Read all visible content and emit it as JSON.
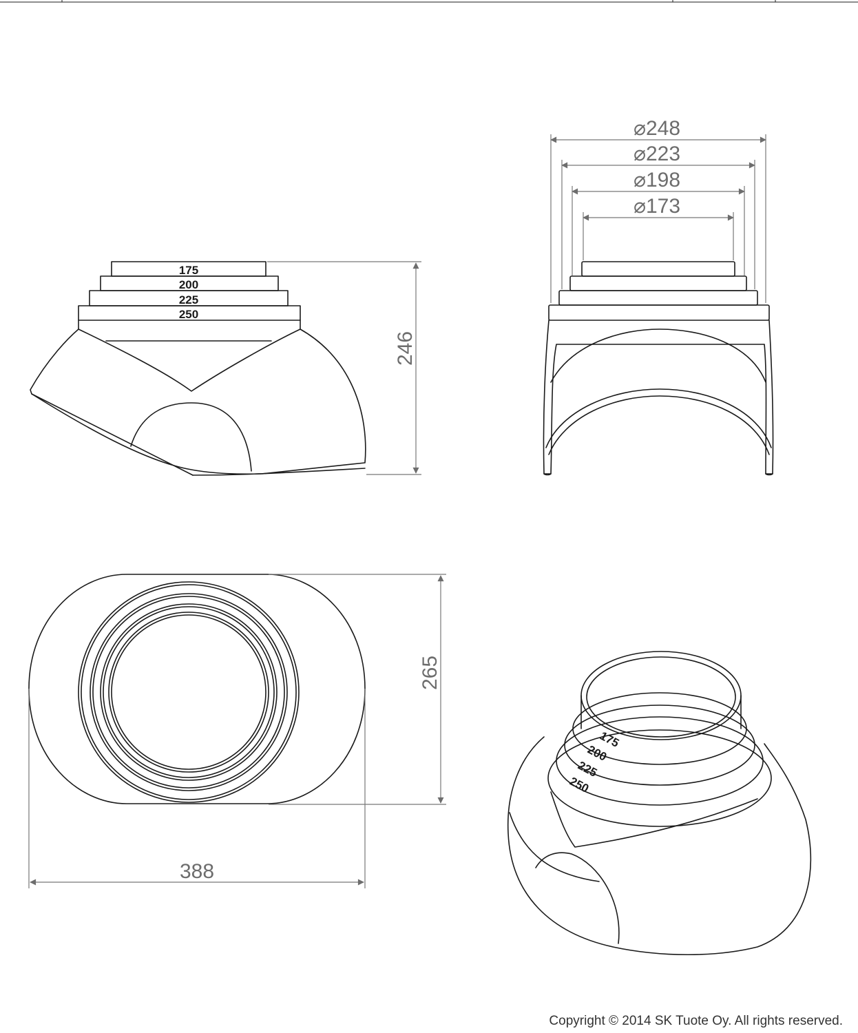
{
  "views": {
    "side": {
      "step_labels": [
        "175",
        "200",
        "225",
        "250"
      ],
      "height_dim": "246"
    },
    "front": {
      "diameters": [
        "⌀248",
        "⌀223",
        "⌀198",
        "⌀173"
      ]
    },
    "top": {
      "width_dim": "388",
      "depth_dim": "265"
    },
    "iso": {
      "step_labels": [
        "175",
        "200",
        "225",
        "250"
      ]
    }
  },
  "footer": {
    "copyright": "Copyright © 2014 SK Tuote Oy. All rights reserved."
  }
}
